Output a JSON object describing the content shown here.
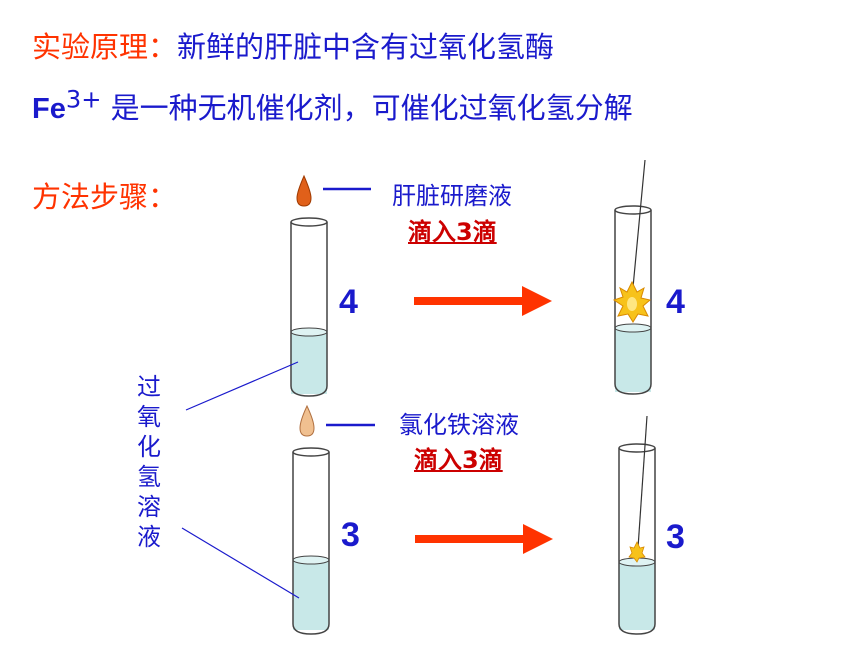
{
  "principle": {
    "label": "实验原理：",
    "text": "新鲜的肝脏中含有过氧化氢酶"
  },
  "fe_line": {
    "ion": "Fe",
    "charge": "3+",
    "text": " 是一种无机催化剂，可催化过氧化氢分解"
  },
  "method_label": "方法步骤：",
  "top_row": {
    "reagent": "肝脏研磨液",
    "drops": "滴入3滴",
    "tube_before": "4",
    "tube_after": "4"
  },
  "bottom_row": {
    "reagent": "氯化铁溶液",
    "drops": "滴入3滴",
    "tube_before": "3",
    "tube_after": "3"
  },
  "solution_label": "过氧化氢溶液",
  "colors": {
    "heading_red": "#ff3300",
    "text_blue": "#1a1acc",
    "liquid": "#c8e8e8",
    "arrow": "#ff3300",
    "liver_drop": "#e0601a",
    "fecl3_drop": "#f0c090",
    "flame": "#f7c21a"
  }
}
